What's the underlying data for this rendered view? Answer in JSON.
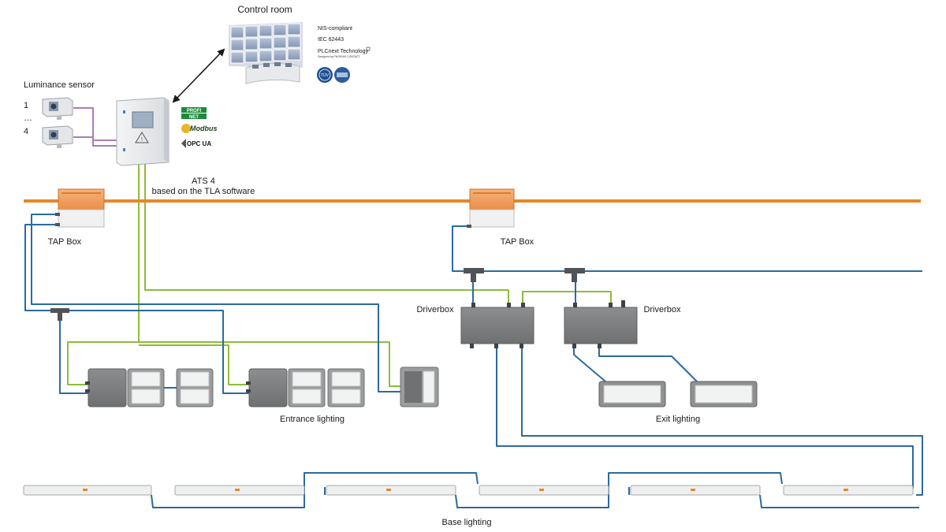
{
  "labels": {
    "control_room": "Control room",
    "luminance_sensor": "Luminance sensor",
    "sensor_1": "1",
    "sensor_dots": "…",
    "sensor_4": "4",
    "ats_line1": "ATS 4",
    "ats_line2": "based on the TLA software",
    "tap_box_left": "TAP Box",
    "tap_box_right": "TAP Box",
    "driverbox_left": "Driverbox",
    "driverbox_right": "Driverbox",
    "entrance_lighting": "Entrance lighting",
    "exit_lighting": "Exit lighting",
    "base_lighting": "Base lighting"
  },
  "certifications": {
    "nis": "NIS-compliant",
    "iec": "IEC 62443",
    "plcnext": "PLCnext Technology",
    "designed_by": "Designed by PHOENIX CONTACT"
  },
  "protocols": {
    "profinet_top": "PROFI",
    "profinet_bottom": "NET",
    "modbus": "Modbus",
    "opcua": "OPC UA"
  },
  "badges": {
    "tuv": "TÜV"
  },
  "colors": {
    "bus": "#e8862a",
    "data_cable": "#2b6aa0",
    "control_cable": "#8cbc3c",
    "sensor_cable": "#a77fb6",
    "device_gray": "#7d7f81",
    "tap_orange": "#f2a25e"
  }
}
